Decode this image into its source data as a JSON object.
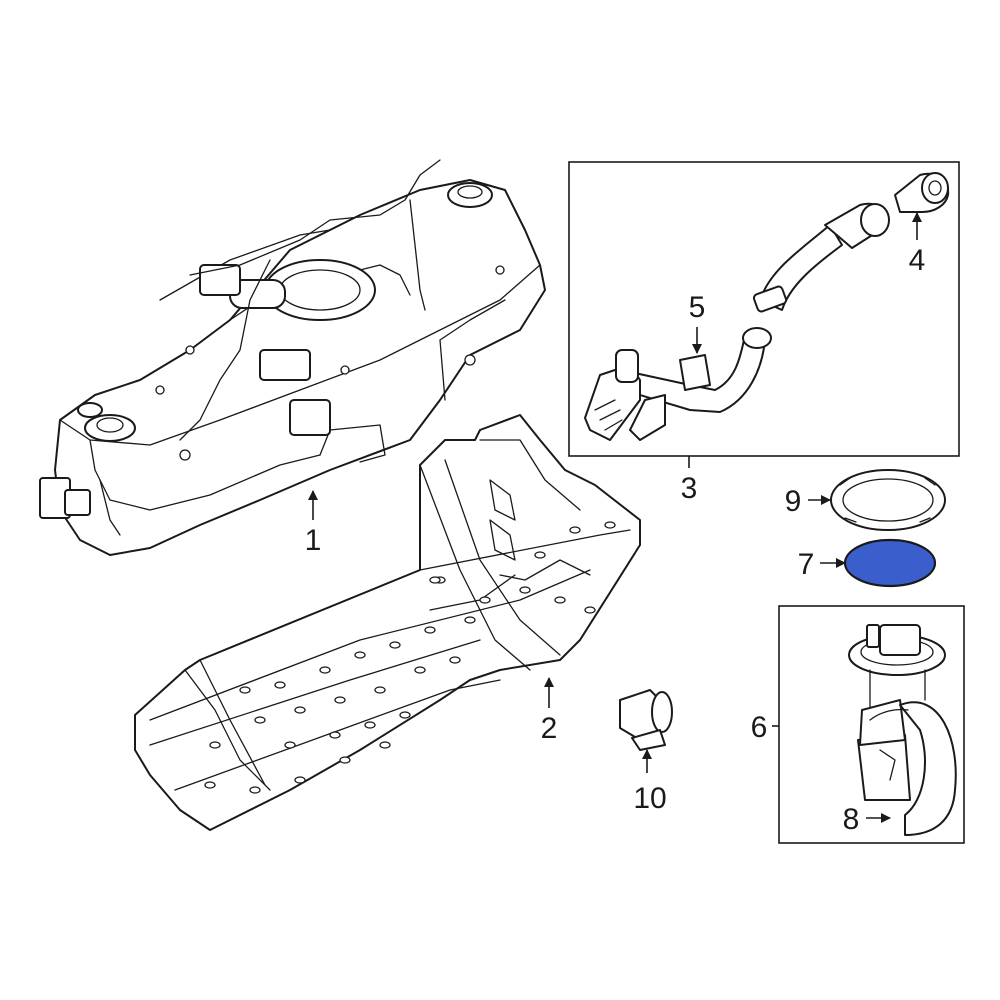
{
  "colors": {
    "line": "#1a1a1a",
    "background": "#ffffff",
    "highlight_fill": "#3a5fcd",
    "highlight_stroke": "#1a1a1a"
  },
  "callouts": {
    "c1": "1",
    "c2": "2",
    "c3": "3",
    "c4": "4",
    "c5": "5",
    "c6": "6",
    "c7": "7",
    "c8": "8",
    "c9": "9",
    "c10": "10"
  },
  "highlighted_part": "7"
}
